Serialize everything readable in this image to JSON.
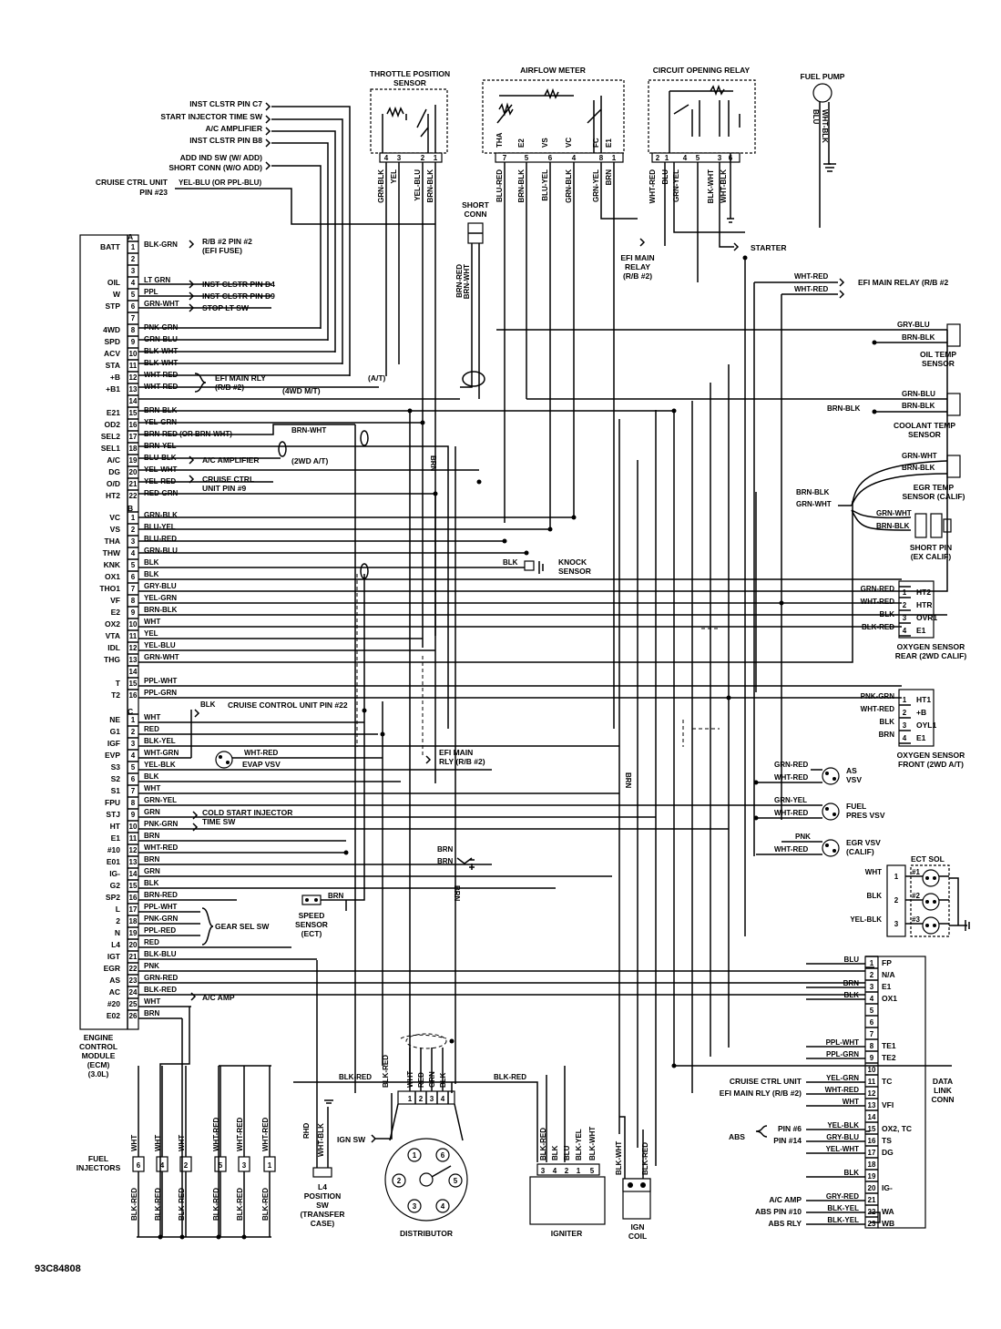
{
  "figure_code": "93C84808",
  "components": {
    "tps": "THROTTLE POSITION SENSOR",
    "afm": "AIRFLOW METER",
    "cor": "CIRCUIT OPENING RELAY",
    "fuel_pump": "FUEL PUMP",
    "short_conn": "SHORT CONN",
    "efi_main_relay_rb2": "EFI MAIN RELAY (R/B #2)",
    "starter": "STARTER",
    "ecm": "ENGINE CONTROL MODULE (ECM) (3.0L)",
    "oil_temp": "OIL TEMP SENSOR",
    "coolant_temp": "COOLANT TEMP SENSOR",
    "egr_temp": "EGR TEMP SENSOR (CALIF)",
    "short_pin": "SHORT PIN (EX CALIF)",
    "o2_rear": "OXYGEN SENSOR REAR (2WD CALIF)",
    "o2_front": "OXYGEN SENSOR FRONT (2WD A/T)",
    "knock": "KNOCK SENSOR",
    "as_vsv": "AS VSV",
    "fuel_pres_vsv": "FUEL PRES VSV",
    "egr_vsv": "EGR VSV (CALIF)",
    "ect_sol": "ECT SOL",
    "dlc": "DATA LINK CONN",
    "distributor": "DISTRIBUTOR",
    "igniter": "IGNITER",
    "ign_coil": "IGN COIL",
    "fuel_injectors": "FUEL INJECTORS",
    "l4_sw": "L4 POSITION SW (TRANSFER CASE)",
    "speed_sensor": "SPEED SENSOR (ECT)",
    "ign_sw": "IGN SW"
  },
  "ecm_connector_a": [
    {
      "pin": "1",
      "name": "BATT",
      "wire": "BLK-GRN",
      "dest": "R/B #2 PIN #2 (EFI FUSE)"
    },
    {
      "pin": "2",
      "name": "",
      "wire": "",
      "dest": ""
    },
    {
      "pin": "3",
      "name": "",
      "wire": "",
      "dest": ""
    },
    {
      "pin": "4",
      "name": "OIL",
      "wire": "LT GRN",
      "dest": "INST CLSTR PIN D4"
    },
    {
      "pin": "5",
      "name": "W",
      "wire": "PPL",
      "dest": "INST CLSTR PIN D9"
    },
    {
      "pin": "6",
      "name": "STP",
      "wire": "GRN-WHT",
      "dest": "STOP LT SW"
    },
    {
      "pin": "7",
      "name": "",
      "wire": "",
      "dest": ""
    },
    {
      "pin": "8",
      "name": "4WD",
      "wire": "PNK-GRN",
      "dest": ""
    },
    {
      "pin": "9",
      "name": "SPD",
      "wire": "GRN-BLU",
      "dest": ""
    },
    {
      "pin": "10",
      "name": "ACV",
      "wire": "BLK-WHT",
      "dest": ""
    },
    {
      "pin": "11",
      "name": "STA",
      "wire": "BLK-WHT",
      "dest": ""
    },
    {
      "pin": "12",
      "name": "+B",
      "wire": "WHT-RED",
      "dest": "EFI MAIN RLY (R/B #2)"
    },
    {
      "pin": "13",
      "name": "+B1",
      "wire": "WHT-RED",
      "dest": ""
    },
    {
      "pin": "14",
      "name": "",
      "wire": "",
      "dest": ""
    },
    {
      "pin": "15",
      "name": "E21",
      "wire": "BRN-BLK",
      "dest": ""
    },
    {
      "pin": "16",
      "name": "OD2",
      "wire": "YEL-GRN",
      "dest": ""
    },
    {
      "pin": "17",
      "name": "SEL2",
      "wire": "BRN-RED (OR BRN-WHT)",
      "dest": ""
    },
    {
      "pin": "18",
      "name": "SEL1",
      "wire": "BRN-YEL",
      "dest": ""
    },
    {
      "pin": "19",
      "name": "A/C",
      "wire": "BLU-BLK",
      "dest": "A/C AMPLIFIER"
    },
    {
      "pin": "20",
      "name": "DG",
      "wire": "YEL-WHT",
      "dest": ""
    },
    {
      "pin": "21",
      "name": "O/D",
      "wire": "YEL-RED",
      "dest": "CRUISE CTRL UNIT PIN #9"
    },
    {
      "pin": "22",
      "name": "HT2",
      "wire": "RED-GRN",
      "dest": ""
    }
  ],
  "ecm_connector_b": [
    {
      "pin": "1",
      "name": "VC",
      "wire": "GRN-BLK"
    },
    {
      "pin": "2",
      "name": "VS",
      "wire": "BLU-YEL"
    },
    {
      "pin": "3",
      "name": "THA",
      "wire": "BLU-RED"
    },
    {
      "pin": "4",
      "name": "THW",
      "wire": "GRN-BLU"
    },
    {
      "pin": "5",
      "name": "KNK",
      "wire": "BLK"
    },
    {
      "pin": "6",
      "name": "OX1",
      "wire": "BLK"
    },
    {
      "pin": "7",
      "name": "THO1",
      "wire": "GRY-BLU"
    },
    {
      "pin": "8",
      "name": "VF",
      "wire": "YEL-GRN"
    },
    {
      "pin": "9",
      "name": "E2",
      "wire": "BRN-BLK"
    },
    {
      "pin": "10",
      "name": "OX2",
      "wire": "WHT"
    },
    {
      "pin": "11",
      "name": "VTA",
      "wire": "YEL"
    },
    {
      "pin": "12",
      "name": "IDL",
      "wire": "YEL-BLU"
    },
    {
      "pin": "13",
      "name": "THG",
      "wire": "GRN-WHT"
    },
    {
      "pin": "14",
      "name": "",
      "wire": ""
    },
    {
      "pin": "15",
      "name": "T",
      "wire": "PPL-WHT"
    },
    {
      "pin": "16",
      "name": "T2",
      "wire": "PPL-GRN"
    }
  ],
  "ecm_connector_c": [
    {
      "pin": "1",
      "name": "NE",
      "wire": "WHT"
    },
    {
      "pin": "2",
      "name": "G1",
      "wire": "RED"
    },
    {
      "pin": "3",
      "name": "IGF",
      "wire": "BLK-YEL"
    },
    {
      "pin": "4",
      "name": "EVP",
      "wire": "WHT-GRN"
    },
    {
      "pin": "5",
      "name": "S3",
      "wire": "YEL-BLK"
    },
    {
      "pin": "6",
      "name": "S2",
      "wire": "BLK"
    },
    {
      "pin": "7",
      "name": "S1",
      "wire": "WHT"
    },
    {
      "pin": "8",
      "name": "FPU",
      "wire": "GRN-YEL"
    },
    {
      "pin": "9",
      "name": "STJ",
      "wire": "GRN"
    },
    {
      "pin": "10",
      "name": "HT",
      "wire": "PNK-GRN"
    },
    {
      "pin": "11",
      "name": "E1",
      "wire": "BRN"
    },
    {
      "pin": "12",
      "name": "#10",
      "wire": "WHT-RED"
    },
    {
      "pin": "13",
      "name": "E01",
      "wire": "BRN"
    },
    {
      "pin": "14",
      "name": "IG-",
      "wire": "GRN"
    },
    {
      "pin": "15",
      "name": "G2",
      "wire": "BLK"
    },
    {
      "pin": "16",
      "name": "SP2",
      "wire": "BRN-RED"
    },
    {
      "pin": "17",
      "name": "L",
      "wire": "PPL-WHT"
    },
    {
      "pin": "18",
      "name": "2",
      "wire": "PNK-GRN"
    },
    {
      "pin": "19",
      "name": "N",
      "wire": "PPL-RED"
    },
    {
      "pin": "20",
      "name": "L4",
      "wire": "RED"
    },
    {
      "pin": "21",
      "name": "IGT",
      "wire": "BLK-BLU"
    },
    {
      "pin": "22",
      "name": "EGR",
      "wire": "PNK"
    },
    {
      "pin": "23",
      "name": "AS",
      "wire": "GRN-RED"
    },
    {
      "pin": "24",
      "name": "AC",
      "wire": "BLK-RED"
    },
    {
      "pin": "25",
      "name": "#20",
      "wire": "WHT"
    },
    {
      "pin": "26",
      "name": "E02",
      "wire": "BRN"
    }
  ],
  "c_dest": {
    "cruise22": "CRUISE CONTROL UNIT PIN #22",
    "evap_wire": "WHT-RED",
    "evap": "EVAP VSV",
    "efi_main_rly": "EFI MAIN RLY (R/B #2)",
    "cold_start": "COLD START INJECTOR TIME SW",
    "gear_sel": "GEAR SEL SW",
    "ac_amp": "A/C AMP"
  },
  "top_labels": {
    "inst_c7": "INST CLSTR PIN C7",
    "start_inj": "START INJECTOR TIME SW",
    "ac_amp": "A/C AMPLIFIER",
    "inst_b8": "INST CLSTR PIN B8",
    "add_ind": "ADD IND SW (W/ ADD)",
    "short_conn_wo": "SHORT CONN (W/O ADD)",
    "cruise23_a": "CRUISE CTRL UNIT",
    "cruise23_b": "PIN #23",
    "cruise23_wire": "YEL-BLU (OR PPL-BLU)",
    "at": "(A/T)",
    "4wd_mt": "(4WD M/T)",
    "2wd_at": "(2WD A/T)",
    "brn_wht": "BRN-WHT",
    "efi_main_relay_b2": "EFI MAIN RELAY (R/B #2"
  },
  "tps_pins": [
    "4",
    "3",
    "2",
    "1"
  ],
  "tps_wires": [
    "GRN-BLK",
    "YEL",
    "YEL-BLU",
    "BRN-BLK"
  ],
  "afm_pins": [
    "7",
    "5",
    "6",
    "4",
    "8",
    "1"
  ],
  "afm_terms": [
    "THA",
    "E2",
    "VS",
    "VC",
    "FC",
    "E1"
  ],
  "afm_wires": [
    "BLU-RED",
    "BRN-BLK",
    "BLU-YEL",
    "GRN-BLK",
    "GRN-YEL",
    "BRN"
  ],
  "cor_pins": [
    "2",
    "1",
    "4",
    "5",
    "3",
    "6"
  ],
  "cor_wires": [
    "WHT-RED",
    "BLU",
    "GRN-YEL",
    "BLK-WHT",
    "WHT-BLK"
  ],
  "fp_wires": [
    "BLU",
    "WHT-BLK"
  ],
  "short_conn_wires": [
    "BRN-RED",
    "BRN-WHT"
  ],
  "right_wires": {
    "efi1": "WHT-RED",
    "efi2": "WHT-RED",
    "oil1": "GRY-BLU",
    "oil2": "BRN-BLK",
    "cool1": "GRN-BLU",
    "cool2": "BRN-BLK",
    "cool3": "BRN-BLK",
    "egr1": "GRN-WHT",
    "egr2": "BRN-BLK",
    "egr3": "BRN-BLK",
    "egr4": "GRN-WHT",
    "sp1": "GRN-WHT",
    "sp2": "BRN-BLK",
    "knk": "BLK",
    "as1": "GRN-RED",
    "as2": "WHT-RED",
    "fp1": "GRN-YEL",
    "fp2": "WHT-RED",
    "egv1": "PNK",
    "egv2": "WHT-RED"
  },
  "o2_rear_pins": [
    {
      "pin": "1",
      "term": "HT2",
      "wire": "GRN-RED"
    },
    {
      "pin": "2",
      "term": "HTR",
      "wire": "WHT-RED"
    },
    {
      "pin": "3",
      "term": "OVR1",
      "wire": "BLK"
    },
    {
      "pin": "4",
      "term": "E1",
      "wire": "BLK-RED"
    }
  ],
  "o2_front_pins": [
    {
      "pin": "1",
      "term": "HT1",
      "wire": "PNK-GRN"
    },
    {
      "pin": "2",
      "term": "+B",
      "wire": "WHT-RED"
    },
    {
      "pin": "3",
      "term": "OYL1",
      "wire": "BLK"
    },
    {
      "pin": "4",
      "term": "E1",
      "wire": "BRN"
    }
  ],
  "ect_sol_pins": [
    {
      "pin": "1",
      "term": "#1",
      "wire": "WHT"
    },
    {
      "pin": "2",
      "term": "#2",
      "wire": "BLK"
    },
    {
      "pin": "3",
      "term": "#3",
      "wire": "YEL-BLK"
    }
  ],
  "dlc_pins": [
    {
      "pin": "1",
      "term": "FP",
      "wire": "BLU",
      "dest": ""
    },
    {
      "pin": "2",
      "term": "N/A",
      "wire": "",
      "dest": ""
    },
    {
      "pin": "3",
      "term": "E1",
      "wire": "BRN",
      "dest": ""
    },
    {
      "pin": "4",
      "term": "OX1",
      "wire": "BLK",
      "dest": ""
    },
    {
      "pin": "5",
      "term": "",
      "wire": "",
      "dest": ""
    },
    {
      "pin": "6",
      "term": "",
      "wire": "",
      "dest": ""
    },
    {
      "pin": "7",
      "term": "",
      "wire": "",
      "dest": ""
    },
    {
      "pin": "8",
      "term": "TE1",
      "wire": "PPL-WHT",
      "dest": ""
    },
    {
      "pin": "9",
      "term": "TE2",
      "wire": "PPL-GRN",
      "dest": ""
    },
    {
      "pin": "10",
      "term": "",
      "wire": "",
      "dest": ""
    },
    {
      "pin": "11",
      "term": "TC",
      "wire": "YEL-GRN",
      "dest": "CRUISE CTRL UNIT"
    },
    {
      "pin": "12",
      "term": "",
      "wire": "WHT-RED",
      "dest": "EFI MAIN RLY (R/B #2)"
    },
    {
      "pin": "13",
      "term": "VFI",
      "wire": "WHT",
      "dest": ""
    },
    {
      "pin": "14",
      "term": "",
      "wire": "",
      "dest": ""
    },
    {
      "pin": "15",
      "term": "OX2, TC",
      "wire": "YEL-BLK",
      "dest": "PIN #6"
    },
    {
      "pin": "16",
      "term": "TS",
      "wire": "GRY-BLU",
      "dest": "PIN #14"
    },
    {
      "pin": "17",
      "term": "DG",
      "wire": "YEL-WHT",
      "dest": ""
    },
    {
      "pin": "18",
      "term": "",
      "wire": "",
      "dest": ""
    },
    {
      "pin": "19",
      "term": "",
      "wire": "BLK",
      "dest": ""
    },
    {
      "pin": "20",
      "term": "IG-",
      "wire": "",
      "dest": ""
    },
    {
      "pin": "21",
      "term": "",
      "wire": "GRY-RED",
      "dest": "A/C AMP"
    },
    {
      "pin": "22",
      "term": "WA",
      "wire": "BLK-YEL",
      "dest": "ABS PIN #10"
    },
    {
      "pin": "23",
      "term": "WB",
      "wire": "BLK-YEL",
      "dest": "ABS RLY"
    }
  ],
  "abs_label": "ABS",
  "dlc_misc": {
    "blk19": "BLK",
    "blu1": "BLU"
  },
  "dist_pins": [
    "1",
    "2",
    "3",
    "4"
  ],
  "dist_wires": [
    "WHT",
    "RED",
    "GRN",
    "BLK"
  ],
  "dist_misc": {
    "blk_red_l": "BLK-RED",
    "blk_red_top": "BLK-RED",
    "blk_red_ign": "BLK-RED"
  },
  "igniter_pins": [
    "3",
    "4",
    "2",
    "1",
    "5"
  ],
  "igniter_wires": [
    "BLK-RED",
    "BLK",
    "BLU",
    "BLK-YEL",
    "BLK-WHT"
  ],
  "coil_wires": [
    "BLK-WHT",
    "BLK-RED"
  ],
  "injectors": [
    {
      "num": "6",
      "top": "WHT",
      "bot": "BLK-RED"
    },
    {
      "num": "4",
      "top": "WHT",
      "bot": "BLK-RED"
    },
    {
      "num": "2",
      "top": "WHT",
      "bot": "BLK-RED"
    },
    {
      "num": "5",
      "top": "WHT-RED",
      "bot": "BLK-RED"
    },
    {
      "num": "3",
      "top": "WHT-RED",
      "bot": "BLK-RED"
    },
    {
      "num": "1",
      "top": "WHT-RED",
      "bot": "BLK-RED"
    }
  ],
  "l4_wires": [
    "RHD",
    "WHT-BLK"
  ],
  "mid_labels": {
    "brn_v1": "BRN",
    "brn_v2": "BRN",
    "brn_v3": "BRN",
    "brn_c13": "BRN",
    "brn_c11": "BRN",
    "brn_sp": "BRN",
    "blk_c": "BLK"
  }
}
